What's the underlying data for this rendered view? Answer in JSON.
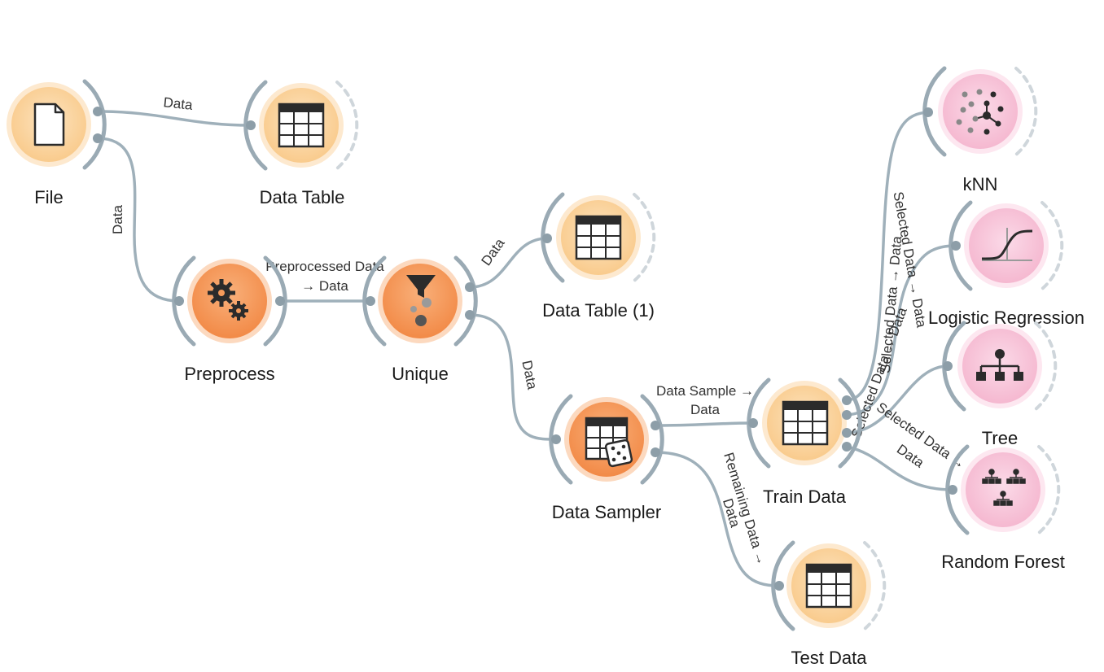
{
  "colors": {
    "data_node_fill": "#fbd6a5",
    "data_node_glow": "#fde9cf",
    "transform_node_fill": "#f59a5a",
    "transform_node_glow": "#fcd9bf",
    "model_node_fill": "#f8c8dc",
    "model_node_glow": "#fde7f0",
    "link": "#9fb0ba",
    "icon_dark": "#2b2b2b"
  },
  "nodes": {
    "file": {
      "label": "File",
      "icon": "file-icon"
    },
    "data_table": {
      "label": "Data Table",
      "icon": "table-icon"
    },
    "preprocess": {
      "label": "Preprocess",
      "icon": "gears-icon"
    },
    "unique": {
      "label": "Unique",
      "icon": "funnel-icon"
    },
    "data_table_1": {
      "label": "Data Table (1)",
      "icon": "table-icon"
    },
    "data_sampler": {
      "label": "Data Sampler",
      "icon": "table-dice-icon"
    },
    "train_data": {
      "label": "Train Data",
      "icon": "table-icon"
    },
    "test_data": {
      "label": "Test Data",
      "icon": "table-icon"
    },
    "knn": {
      "label": "kNN",
      "icon": "knn-scatter-icon"
    },
    "logistic_regression": {
      "label": "Logistic Regression",
      "icon": "sigmoid-curve-icon"
    },
    "tree": {
      "label": "Tree",
      "icon": "tree-icon"
    },
    "random_forest": {
      "label": "Random Forest",
      "icon": "forest-icon"
    }
  },
  "links": {
    "file_to_table": "Data",
    "file_to_preprocess": "Data",
    "preprocess_to_unique_line1": "Preprocessed Data",
    "preprocess_to_unique_line2": "→ Data",
    "unique_to_table1": "Data",
    "unique_to_sampler": "Data",
    "sampler_to_train_line1": "Data Sample →",
    "sampler_to_train_line2": "Data",
    "sampler_to_test_line1": "Remaining Data →",
    "sampler_to_test_line2": "Data",
    "train_to_knn": "Selected Data → Data",
    "train_to_logreg": "Selected Data → Data",
    "train_to_tree": "Selected Data → Data",
    "train_to_forest_line1": "Selected Data →",
    "train_to_forest_line2": "Data"
  }
}
